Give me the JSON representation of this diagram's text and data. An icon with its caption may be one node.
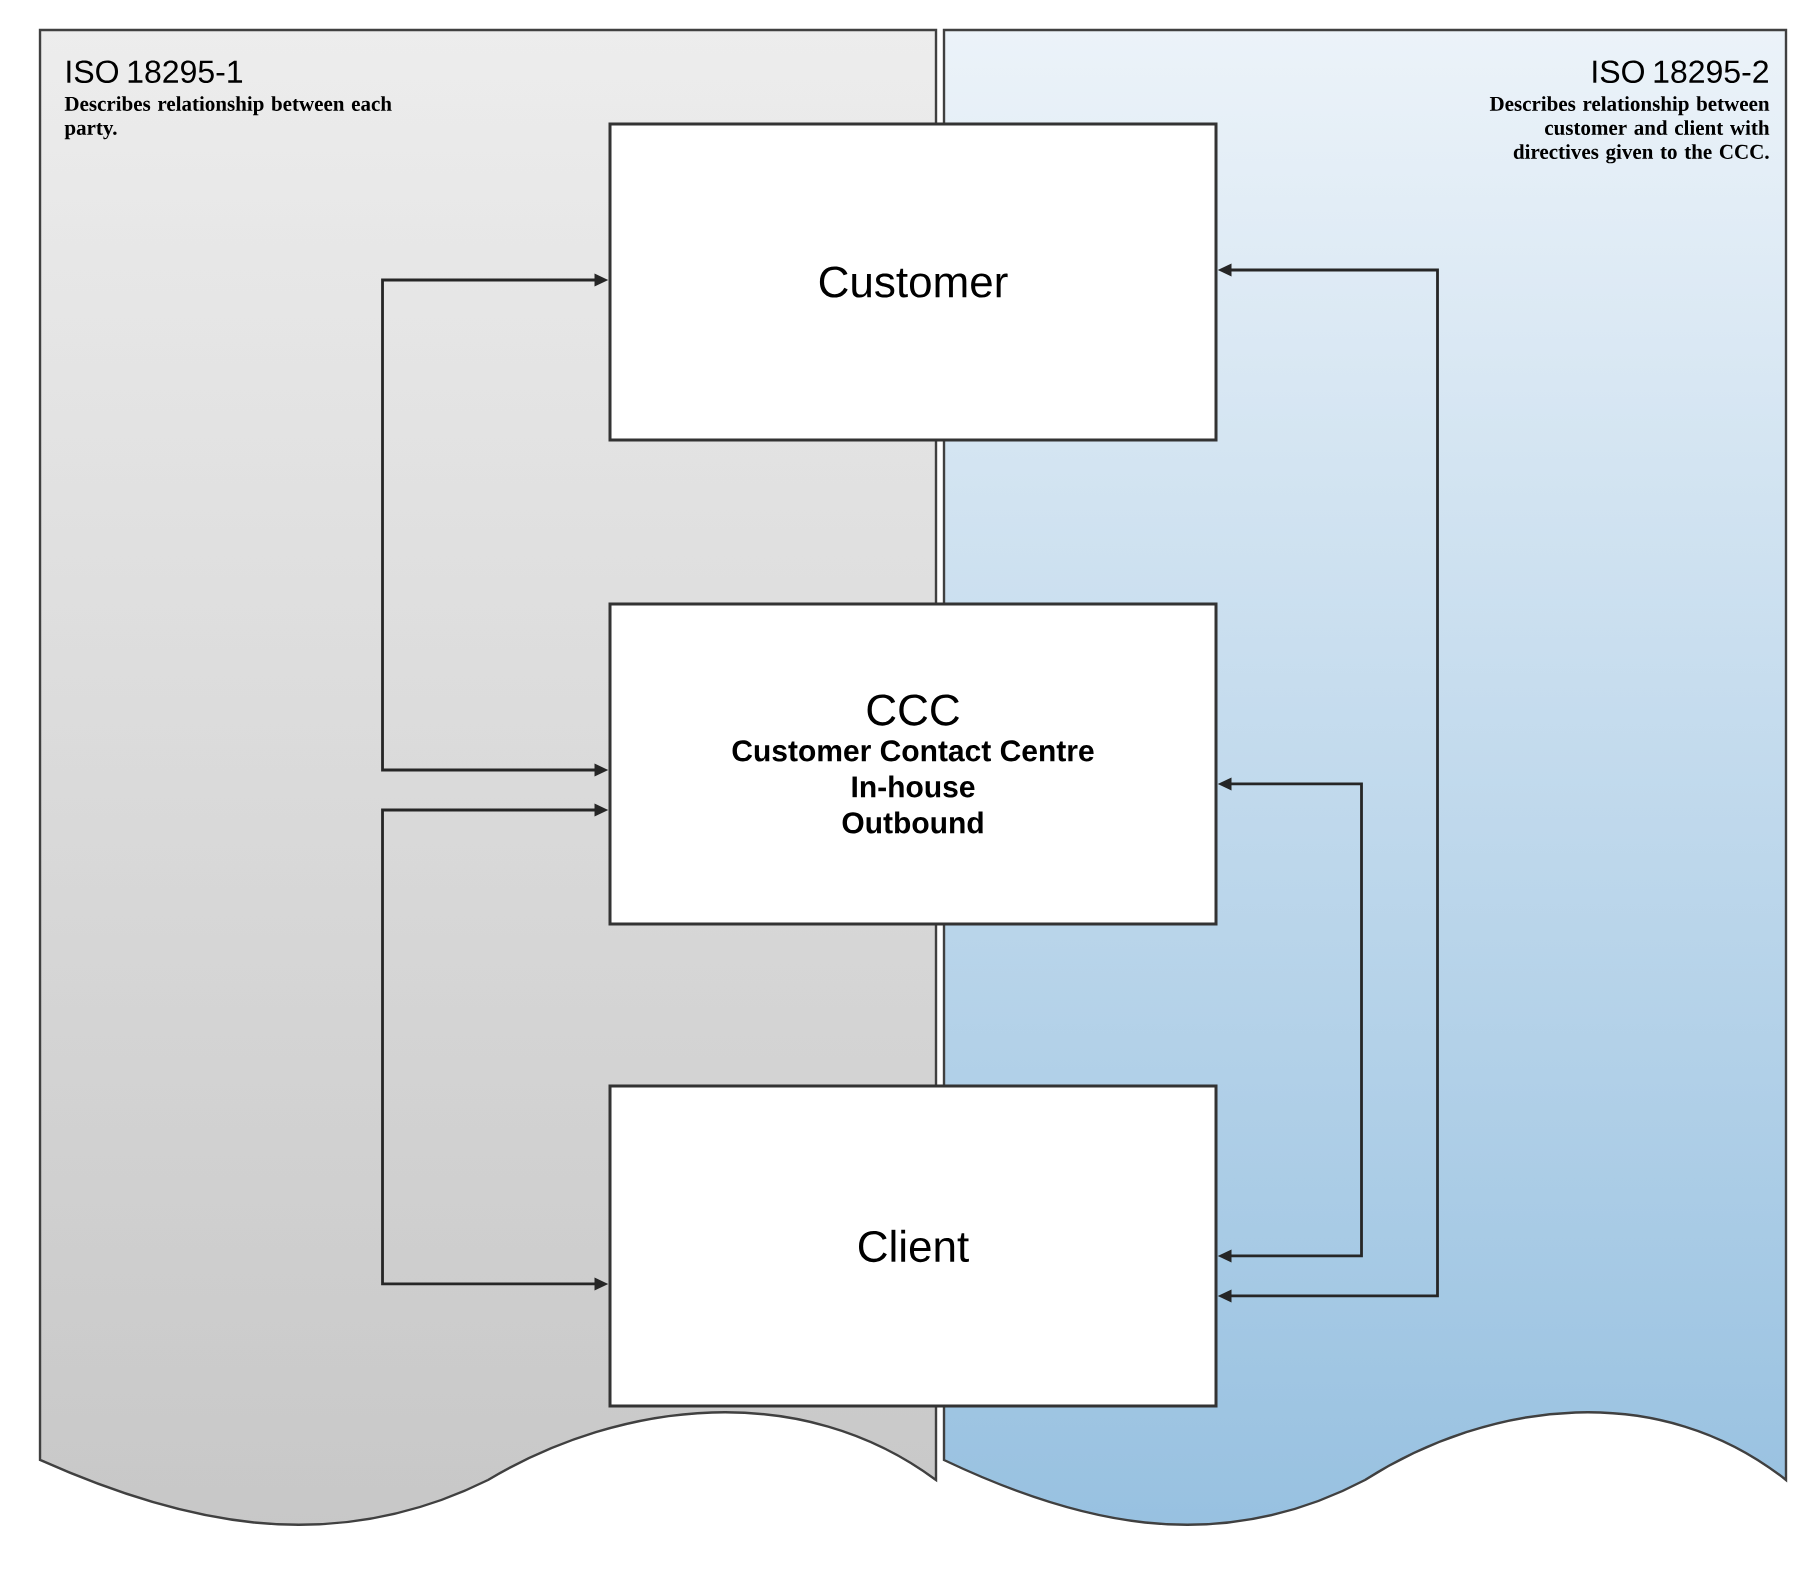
{
  "diagram": {
    "nodes": [
      {
        "text": [
          "ISO 18295-1",
          "Describes relationship between each party."
        ]
      },
      {
        "text": [
          "ISO 18295-2",
          "Describes relationship between customer and client with directives given to the CCC."
        ]
      },
      {
        "text": [
          "Customer"
        ]
      },
      {
        "text": [
          "CCC",
          "Customer Contact Centre",
          "In-house",
          "Outbound"
        ]
      },
      {
        "text": [
          "Client"
        ]
      }
    ],
    "edges": [
      {
        "from": 2,
        "to": 3,
        "arrow": "both"
      },
      {
        "from": 3,
        "to": 4,
        "arrow": "both"
      },
      {
        "from": 2,
        "to": 4,
        "arrow": "both"
      },
      {
        "from": 3,
        "to": 4,
        "arrow": "both"
      }
    ]
  }
}
